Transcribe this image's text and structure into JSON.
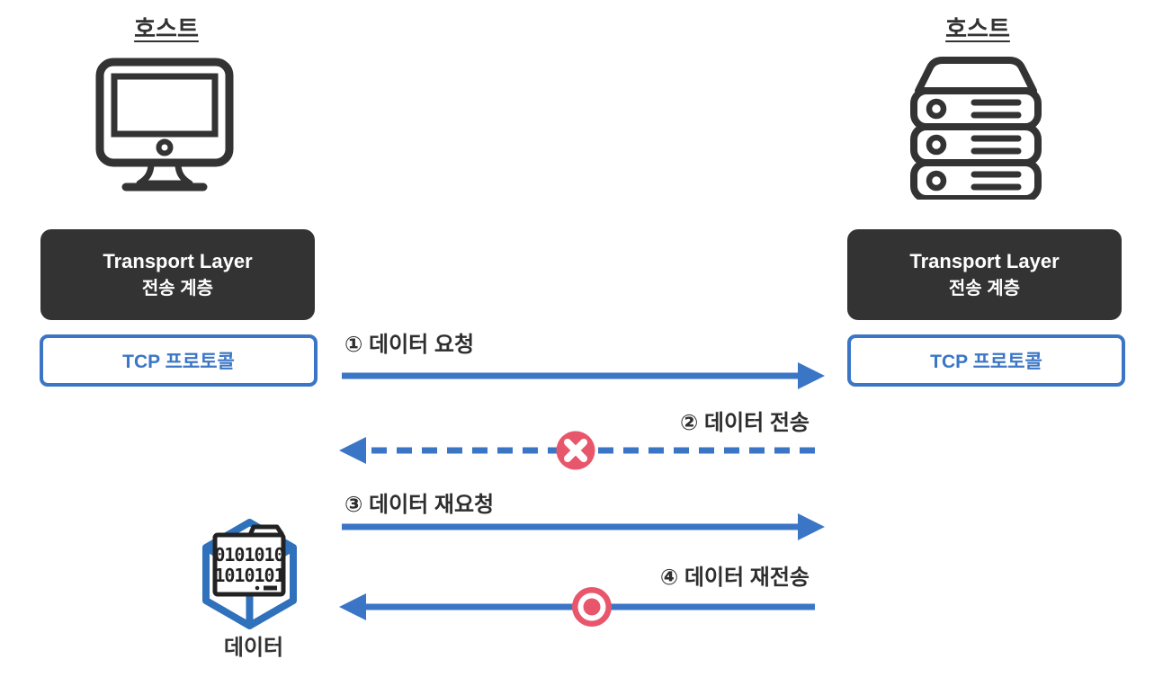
{
  "hosts": {
    "left_label": "호스트",
    "right_label": "호스트"
  },
  "layers": {
    "left": {
      "title": "Transport Layer",
      "subtitle": "전송 계층",
      "protocol": "TCP 프로토콜"
    },
    "right": {
      "title": "Transport Layer",
      "subtitle": "전송 계층",
      "protocol": "TCP 프로토콜"
    }
  },
  "flow": {
    "steps": [
      {
        "label": "① 데이터 요청",
        "direction": "left-to-right",
        "line": "solid",
        "marker": "none"
      },
      {
        "label": "② 데이터 전송",
        "direction": "right-to-left",
        "line": "dashed",
        "marker": "error-x"
      },
      {
        "label": "③ 데이터 재요청",
        "direction": "left-to-right",
        "line": "solid",
        "marker": "none"
      },
      {
        "label": "④ 데이터 재전송",
        "direction": "right-to-left",
        "line": "solid",
        "marker": "bullseye"
      }
    ]
  },
  "data_cube": {
    "label": "데이터",
    "binary": [
      "0101010",
      "1010101"
    ]
  },
  "icons": {
    "left_host": "desktop-computer-icon",
    "right_host": "server-stack-icon",
    "failure": "error-x-icon",
    "success": "bullseye-icon",
    "data": "data-cube-icon"
  },
  "colors": {
    "accent_blue": "#3B76C6",
    "dark_box": "#333333",
    "error_red": "#E8566B",
    "text_dark": "#2E2E2E"
  }
}
